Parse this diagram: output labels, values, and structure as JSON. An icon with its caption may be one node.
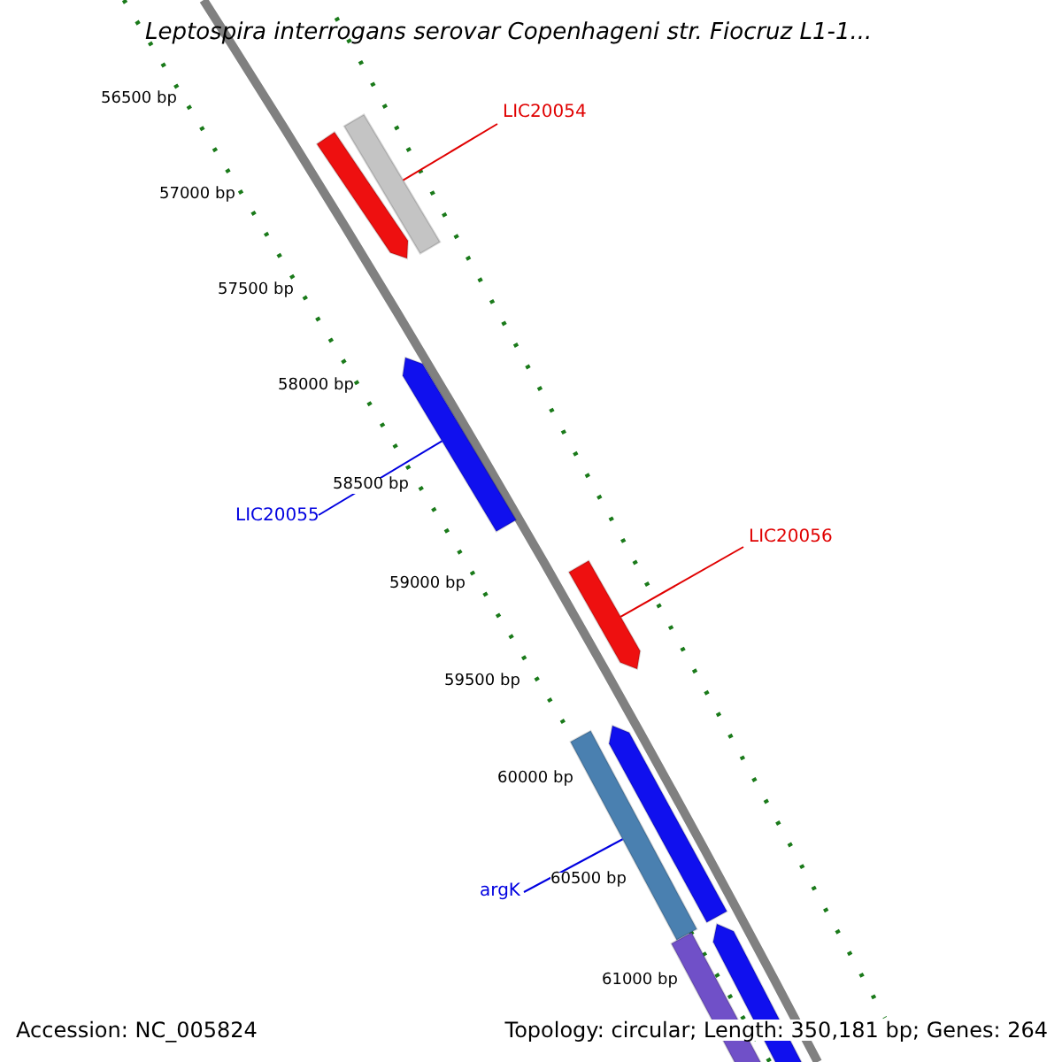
{
  "diagram": {
    "title": "Leptospira interrogans serovar Copenhageni str. Fiocruz L1-1...",
    "nodes": [
      {
        "text": [
          "LIC20054"
        ]
      },
      {
        "text": [],
        "shape": "arrow"
      },
      {
        "text": [],
        "shape": "bar"
      },
      {
        "text": [],
        "shape": "arrow"
      },
      {
        "text": [
          "LIC20055"
        ]
      },
      {
        "text": [],
        "shape": "arrow"
      },
      {
        "text": [
          "LIC20056"
        ]
      },
      {
        "text": [],
        "shape": "bar"
      },
      {
        "text": [],
        "shape": "arrow"
      },
      {
        "text": [
          "argK"
        ]
      },
      {
        "text": [],
        "shape": "bar"
      },
      {
        "text": [],
        "shape": "arrow"
      }
    ],
    "edges": [
      {
        "from": 0,
        "to": 2,
        "arrow": "none"
      },
      {
        "from": 4,
        "to": 3,
        "arrow": "none",
        "color": "#0000e0"
      },
      {
        "from": 6,
        "to": 5,
        "arrow": "none"
      },
      {
        "from": 9,
        "to": 7,
        "arrow": "none",
        "color": "#0000e0"
      }
    ],
    "labels": [
      "56500 bp",
      "57000 bp",
      "57500 bp",
      "58000 bp",
      "58500 bp",
      "59000 bp",
      "59500 bp",
      "60000 bp",
      "60500 bp",
      "61000 bp",
      "Accession: NC_005824",
      "Topology: circular; Length: 350,181 bp; Genes: 264"
    ]
  }
}
